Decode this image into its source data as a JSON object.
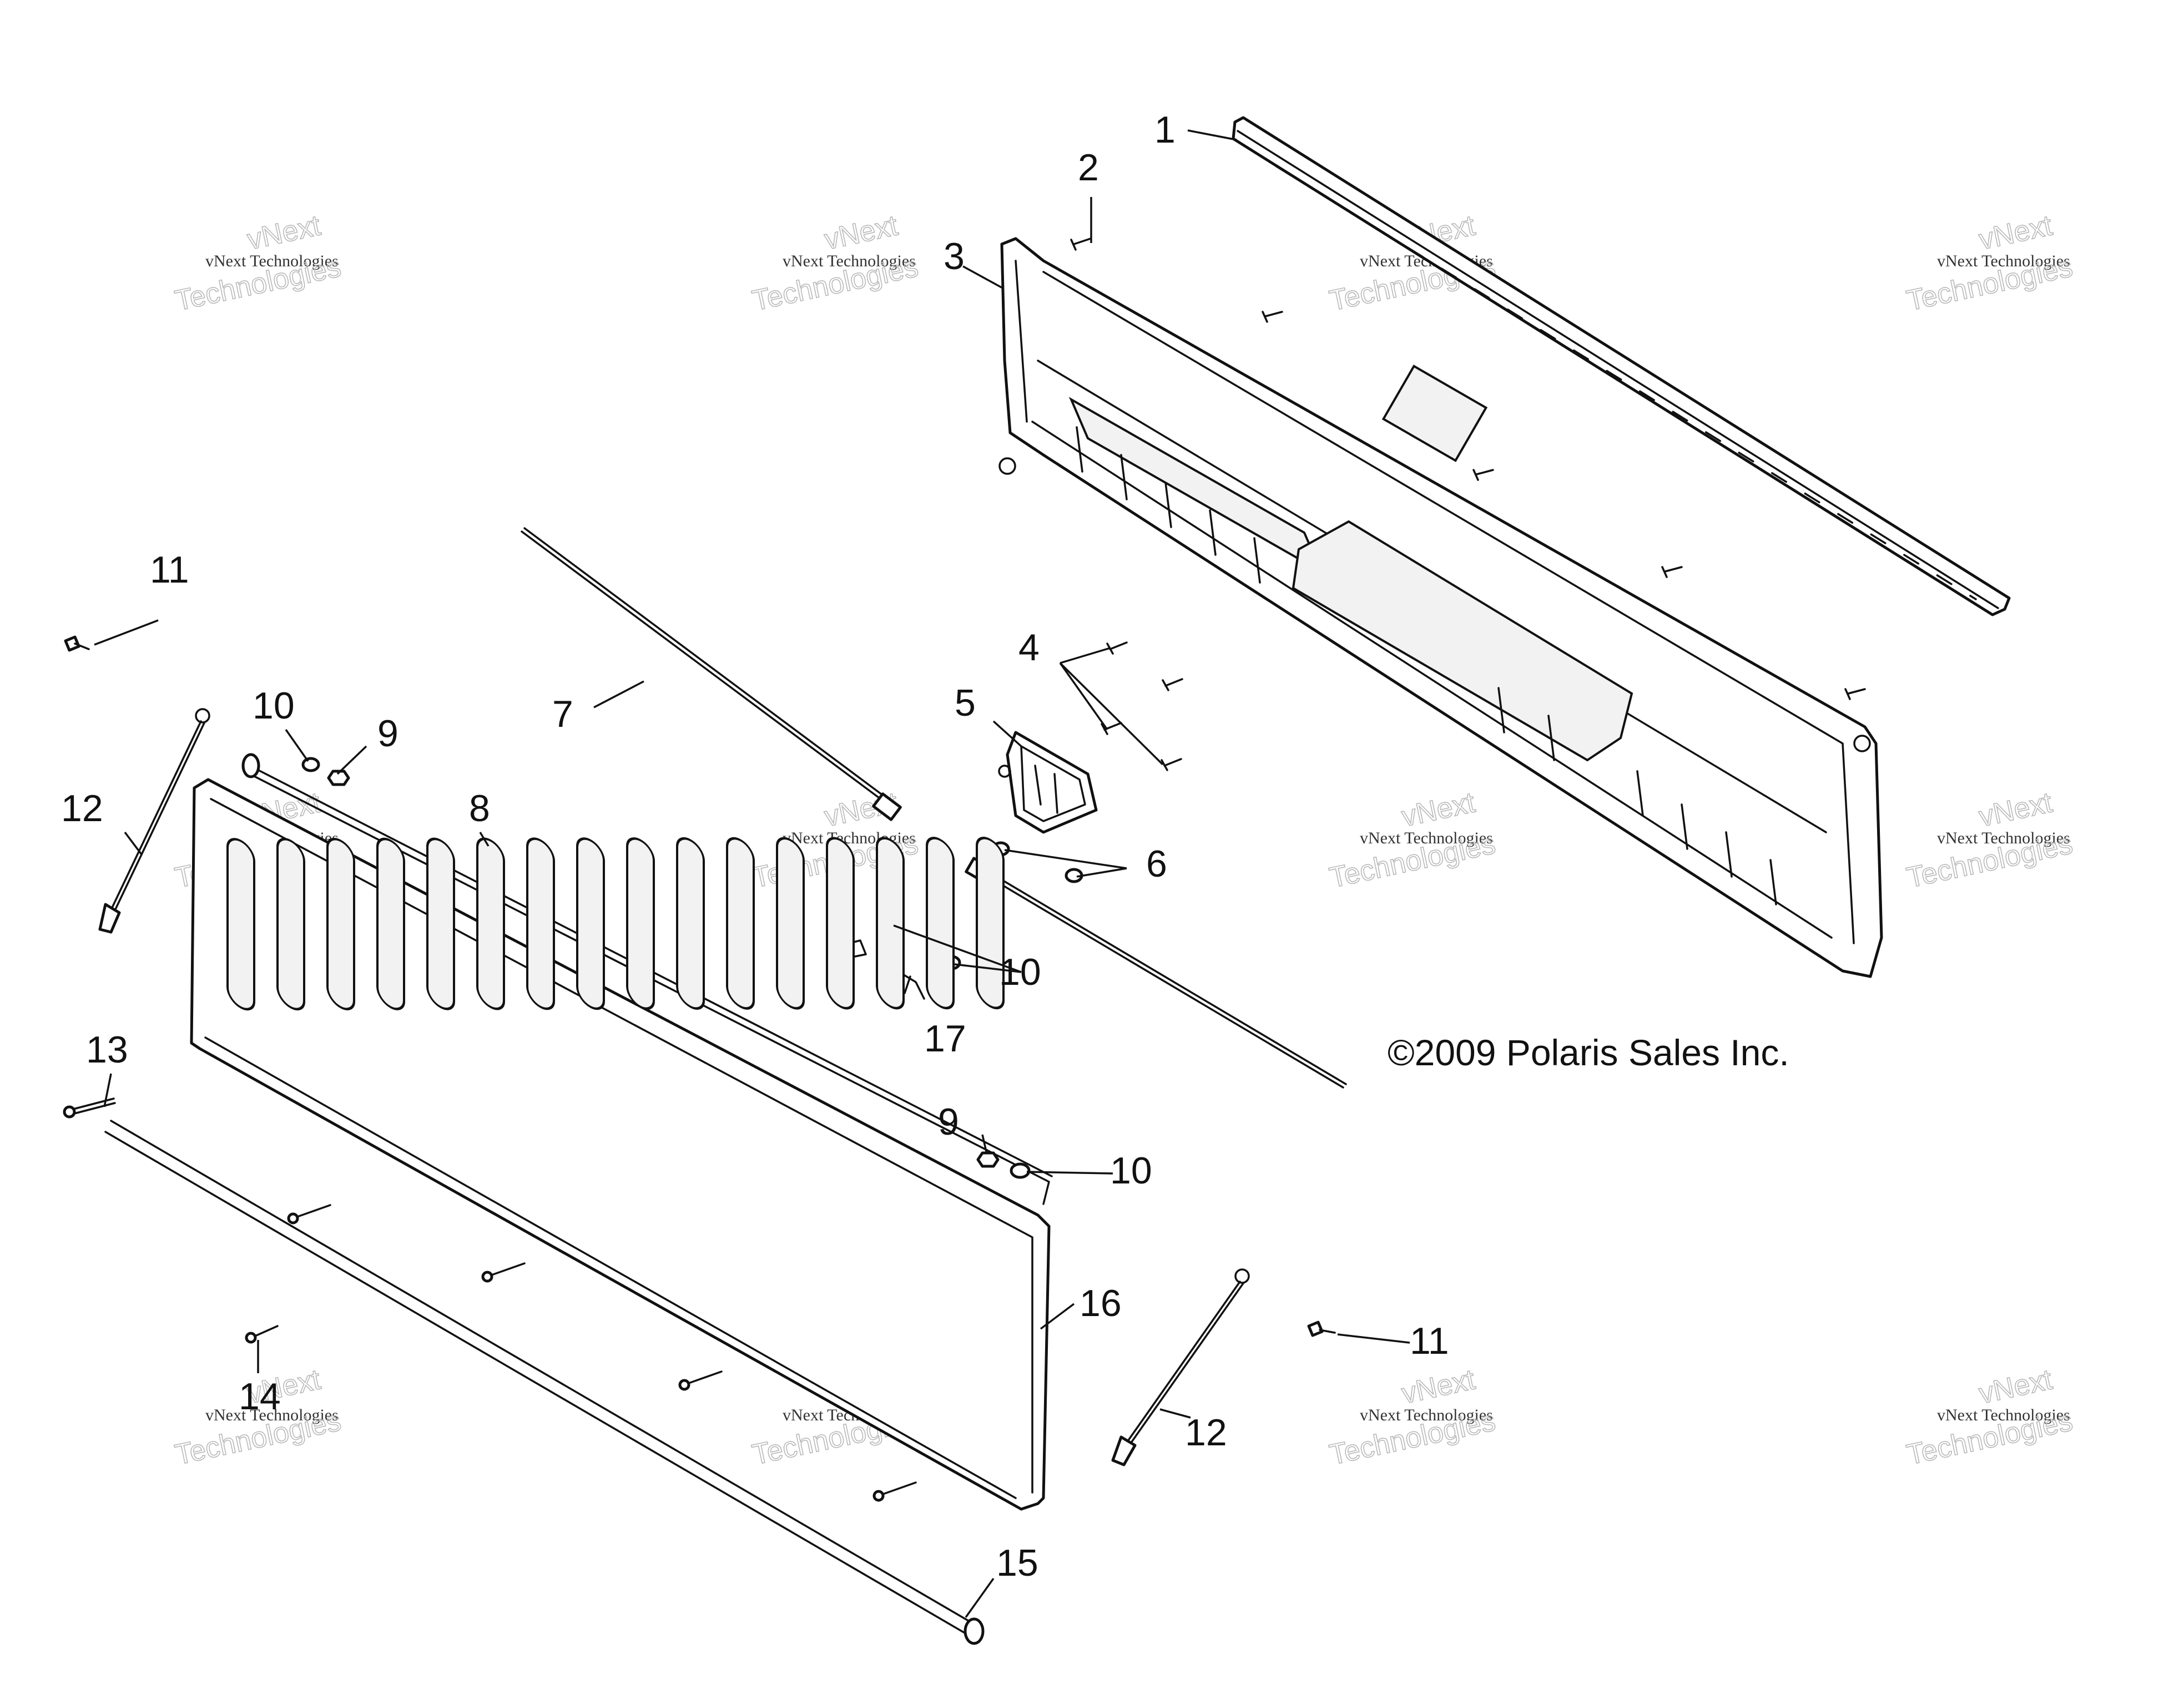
{
  "callouts": {
    "c1": "1",
    "c2": "2",
    "c3": "3",
    "c4": "4",
    "c5": "5",
    "c6": "6",
    "c7": "7",
    "c8": "8",
    "c9a": "9",
    "c9b": "9",
    "c10a": "10",
    "c10b": "10",
    "c10c": "10",
    "c11a": "11",
    "c11b": "11",
    "c12a": "12",
    "c12b": "12",
    "c13": "13",
    "c14": "14",
    "c15": "15",
    "c16": "16",
    "c17": "17"
  },
  "copyright": "©2009 Polaris Sales Inc.",
  "watermark": {
    "line1": "vNext Technologies",
    "line2": "Technologies",
    "line3": "vNext"
  }
}
